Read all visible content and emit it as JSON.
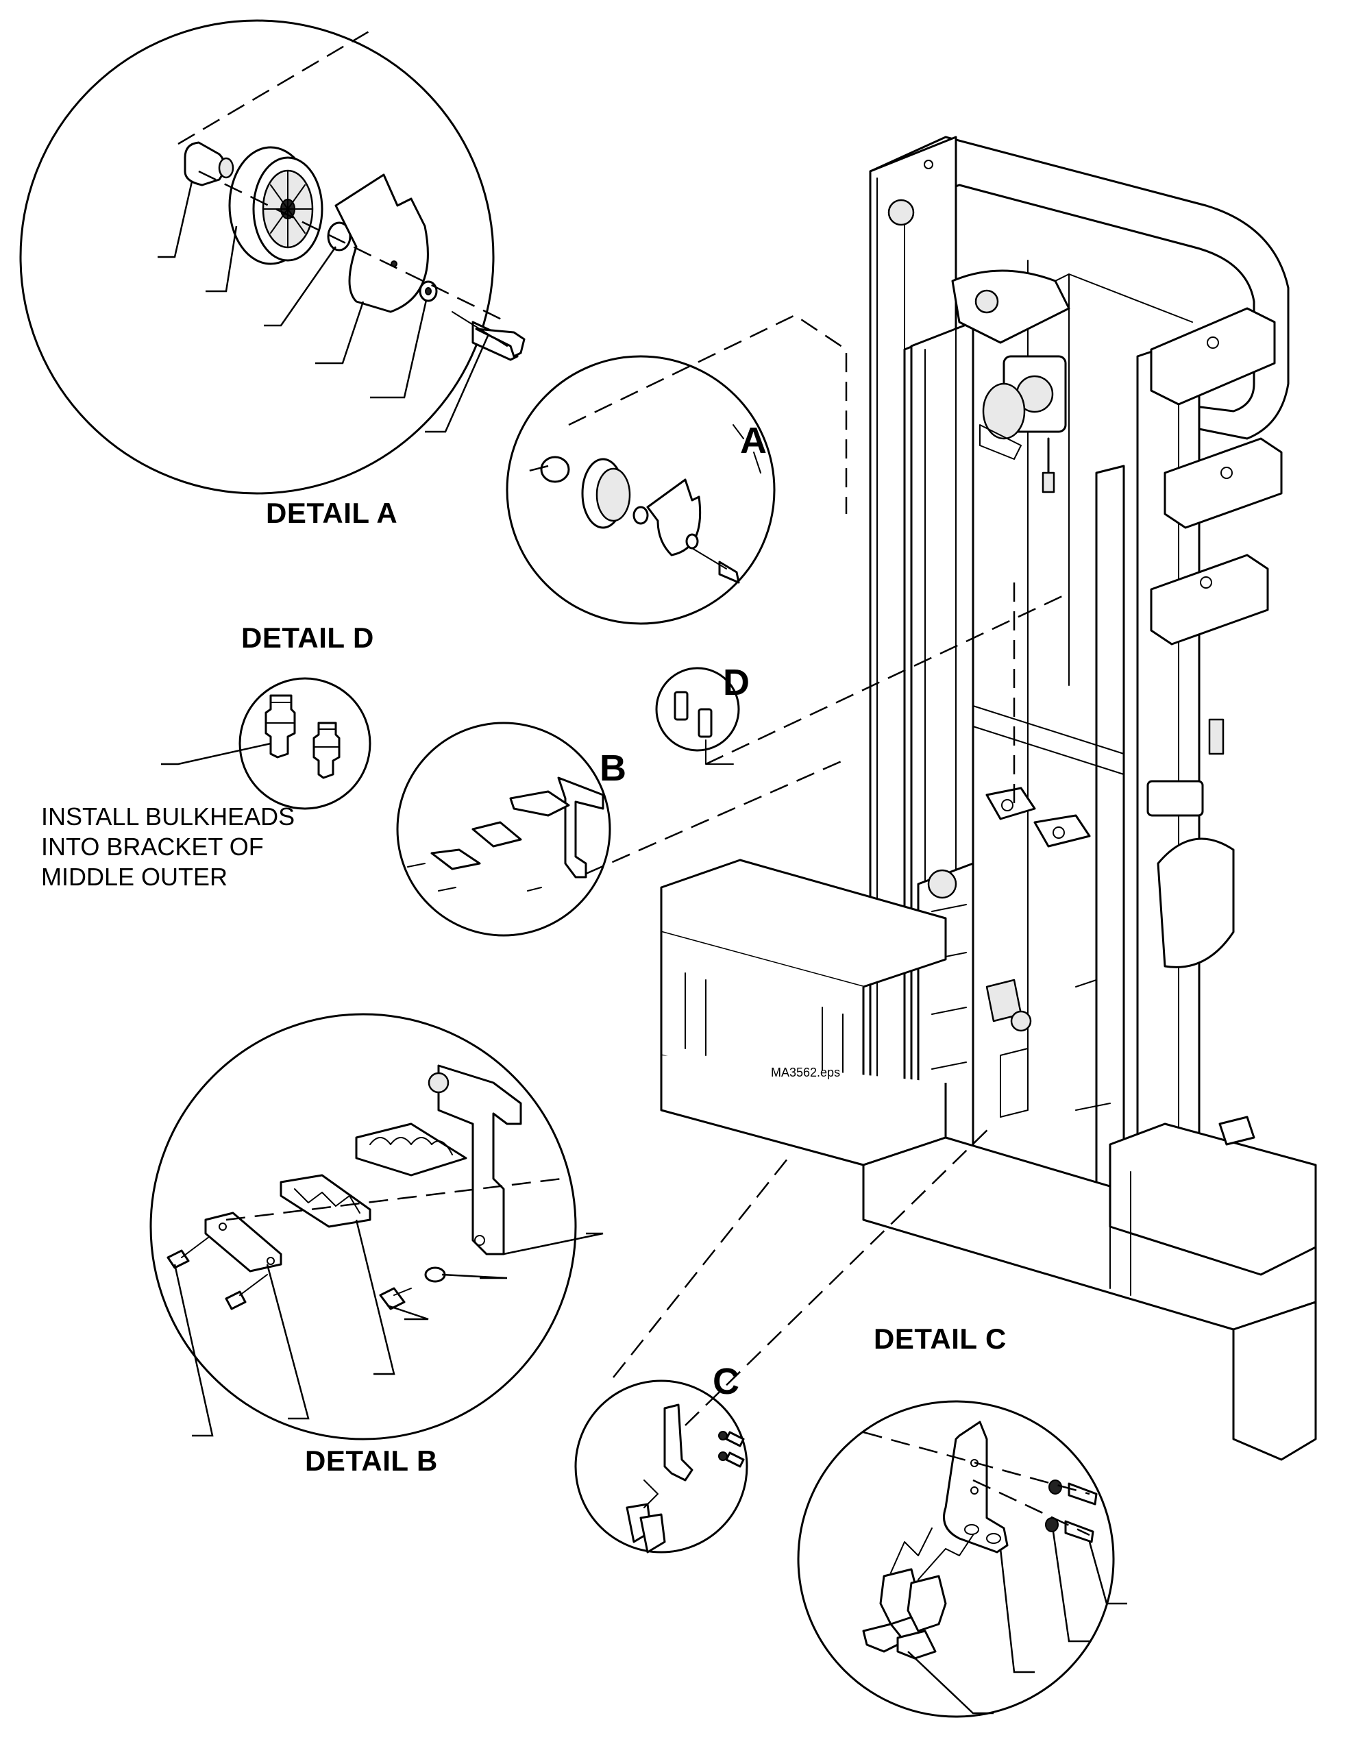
{
  "labels": {
    "detail_a": "DETAIL A",
    "detail_b": "DETAIL B",
    "detail_c": "DETAIL C",
    "detail_d": "DETAIL D",
    "callout_a": "A",
    "callout_b": "B",
    "callout_c": "C",
    "callout_d": "D",
    "note_bulkheads": "INSTALL BULKHEADS INTO BRACKET OF MIDDLE OUTER",
    "file_name": "MA3562.eps"
  }
}
